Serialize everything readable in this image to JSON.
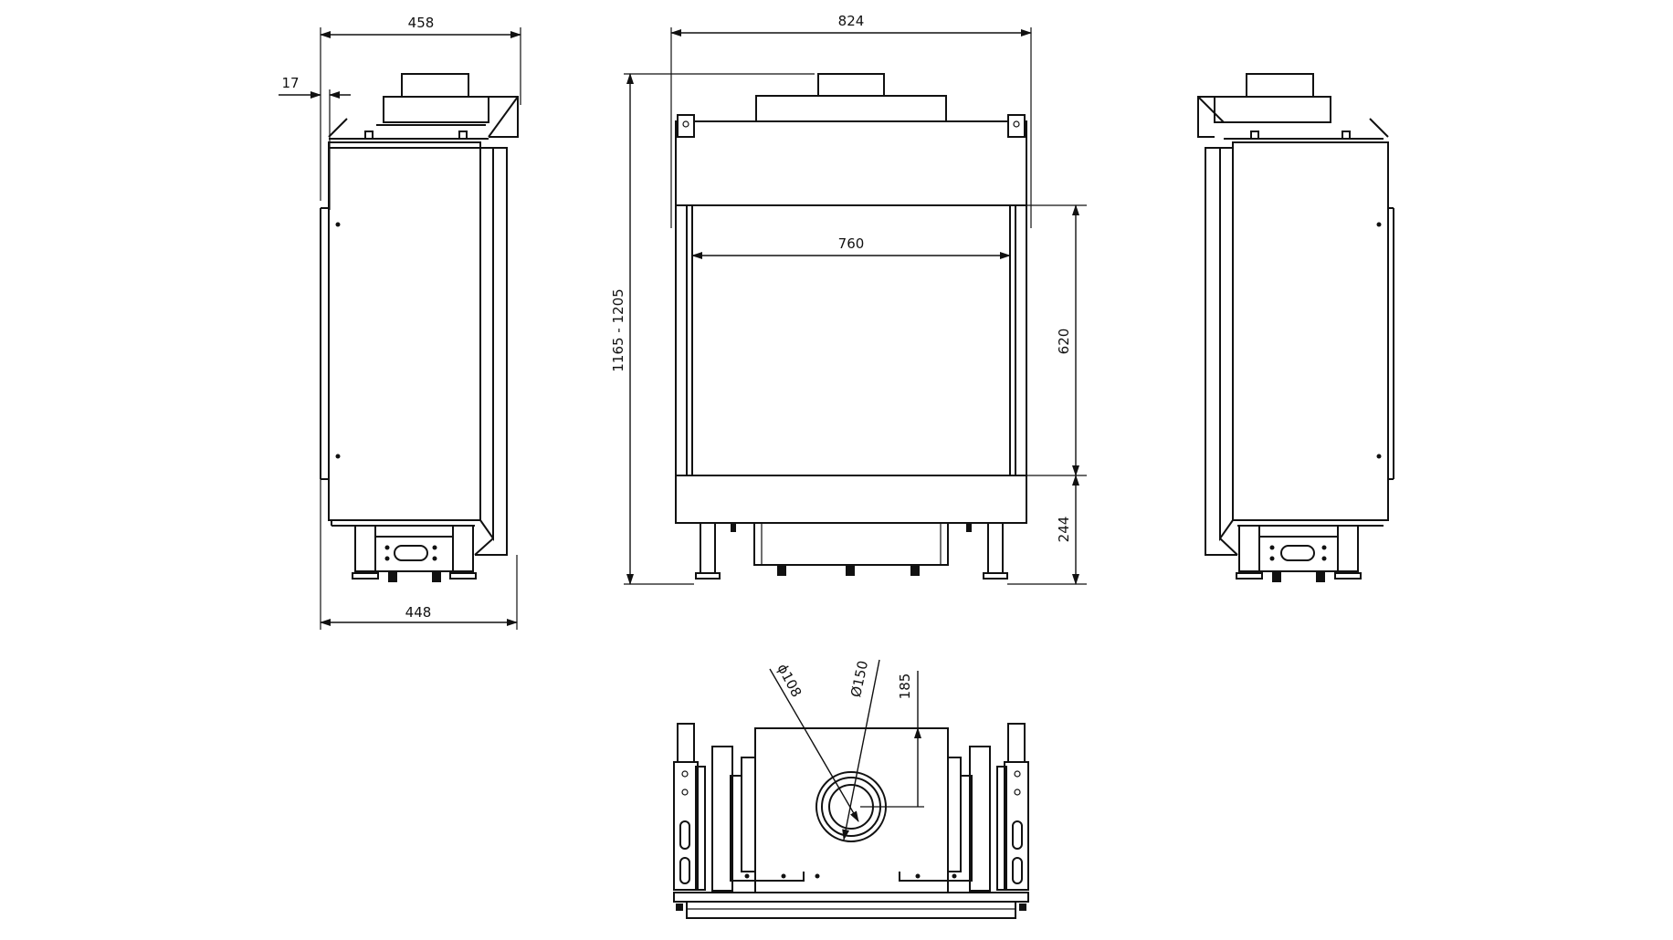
{
  "drawing": {
    "type": "technical-dimension-drawing",
    "views": [
      "left-side-view",
      "front-view",
      "right-side-view",
      "top-view"
    ]
  },
  "dimensions": {
    "left_view": {
      "overall_depth_top": "458",
      "panel_offset": "17",
      "overall_depth_bottom": "448"
    },
    "front_view": {
      "overall_width": "824",
      "overall_height": "1165 - 1205",
      "opening_width": "760",
      "opening_height": "620",
      "base_height": "244"
    },
    "top_view": {
      "inner_flue_diameter": "ϕ108",
      "outer_flue_diameter": "Ø150",
      "flue_offset": "185"
    }
  },
  "colors": {
    "line": "#111111",
    "background": "#ffffff"
  }
}
